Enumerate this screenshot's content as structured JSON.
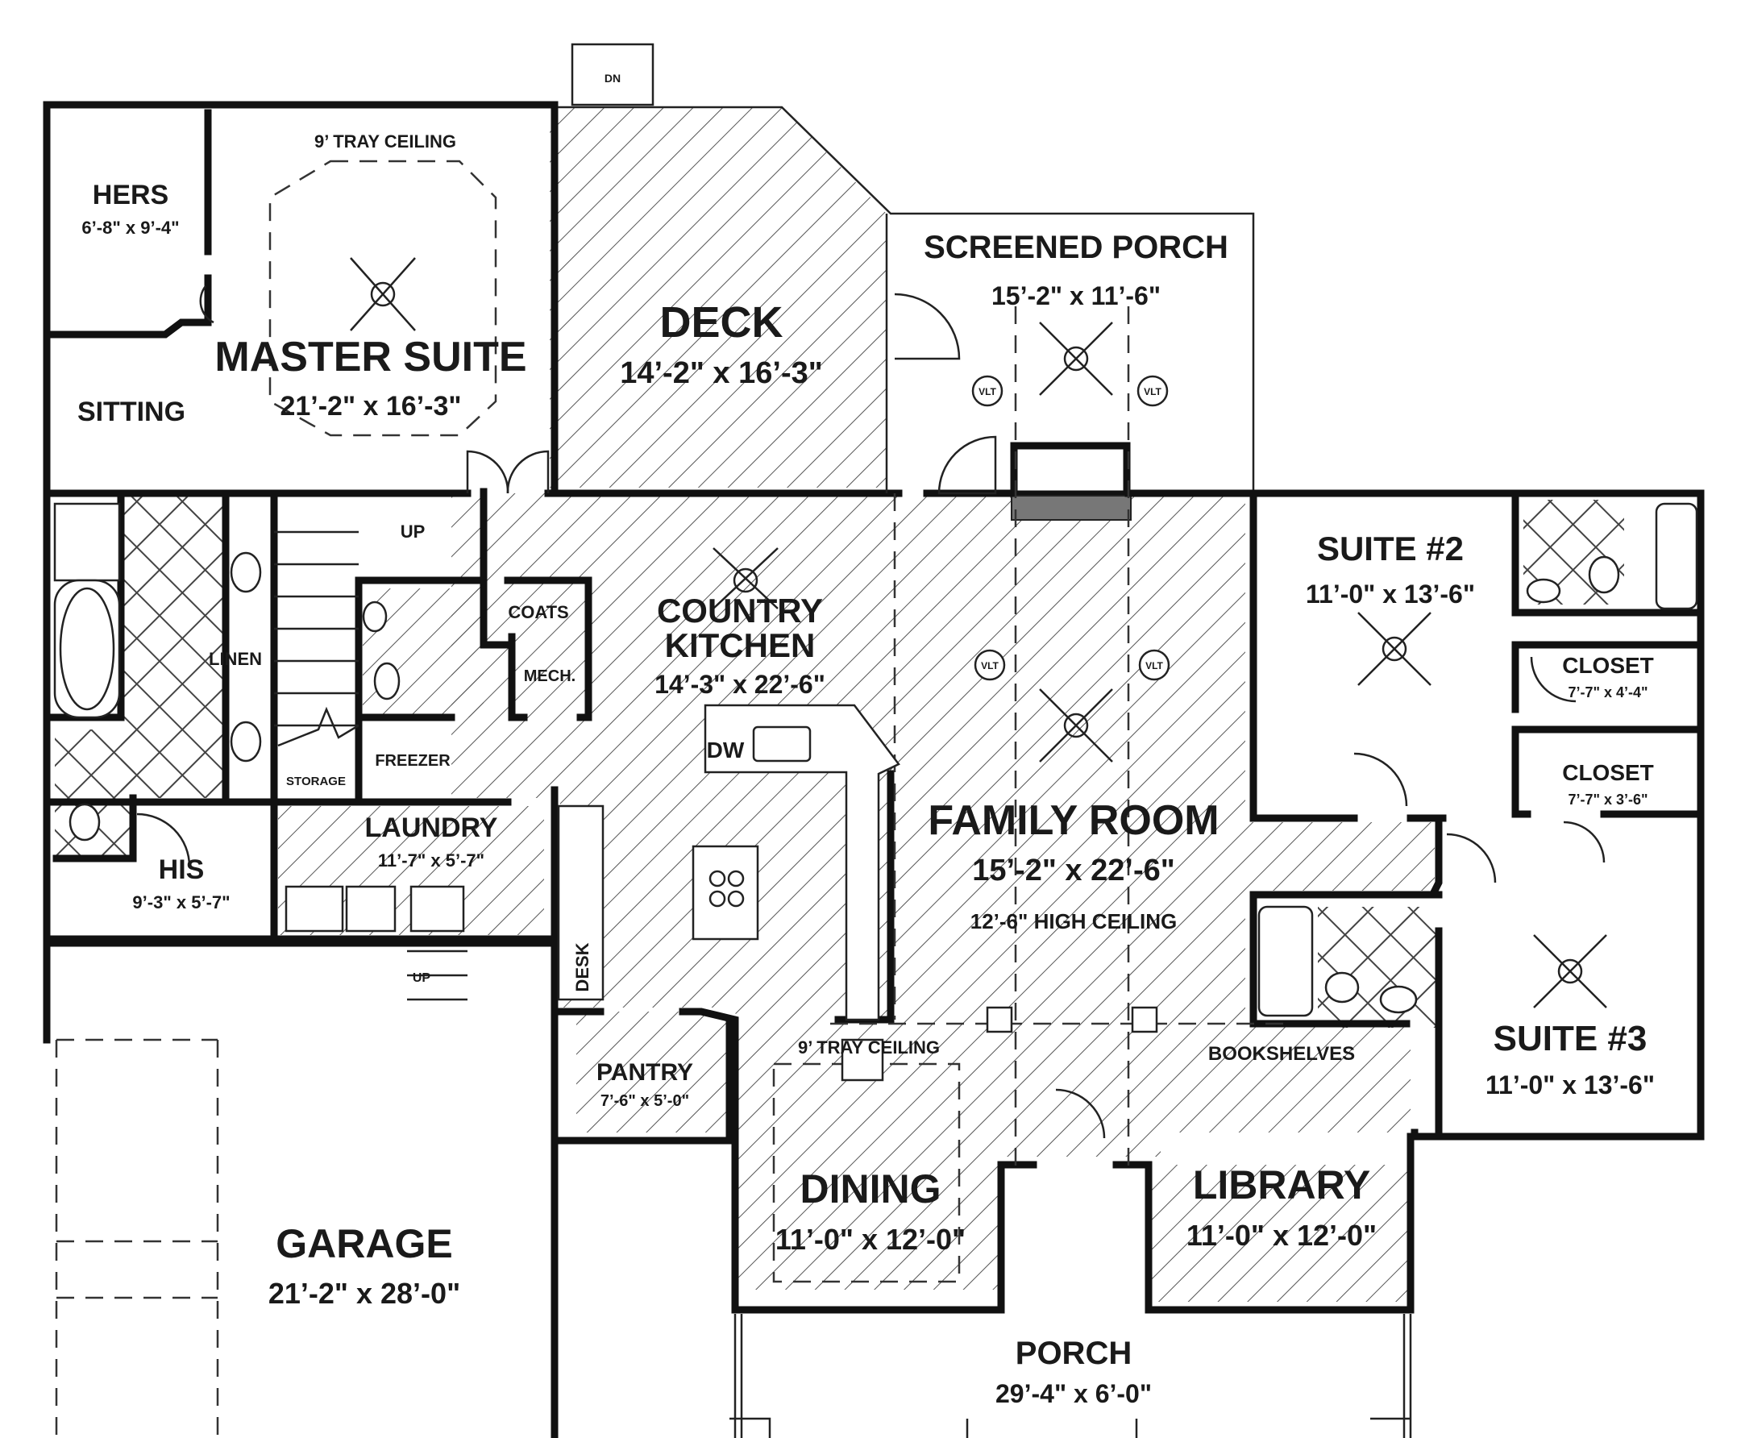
{
  "rooms": {
    "hers": {
      "name": "HERS",
      "dim": "6’-8\" x 9’-4\""
    },
    "master_suite": {
      "name": "MASTER SUITE",
      "dim": "21’-2\" x 16’-3\""
    },
    "tray_master": "9’ TRAY CEILING",
    "sitting": "SITTING",
    "deck": {
      "name": "DECK",
      "dim": "14’-2\" x 16’-3\""
    },
    "screened_porch": {
      "name": "SCREENED PORCH",
      "dim": "15’-2\" x 11’-6\""
    },
    "suite2": {
      "name": "SUITE #2",
      "dim": "11’-0\" x 13’-6\""
    },
    "closet1": {
      "name": "CLOSET",
      "dim": "7’-7\" x 4’-4\""
    },
    "closet2": {
      "name": "CLOSET",
      "dim": "7’-7\" x 3’-6\""
    },
    "country_kitchen": {
      "line1": "COUNTRY",
      "line2": "KITCHEN",
      "dim": "14’-3\" x 22’-6\""
    },
    "family_room": {
      "name": "FAMILY ROOM",
      "dim": "15’-2\" x 22’-6\"",
      "note": "12’-6\" HIGH CEILING"
    },
    "linen": "LINEN",
    "coats": "COATS",
    "mech": "MECH.",
    "freezer": "FREEZER",
    "storage": "STORAGE",
    "laundry": {
      "name": "LAUNDRY",
      "dim": "11’-7\" x 5’-7\""
    },
    "his": {
      "name": "HIS",
      "dim": "9’-3\" x 5’-7\""
    },
    "desk": "DESK",
    "pantry": {
      "name": "PANTRY",
      "dim": "7’-6\" x 5’-0\""
    },
    "tray_dining": "9’ TRAY CEILING",
    "bookshelves": "BOOKSHELVES",
    "suite3": {
      "name": "SUITE #3",
      "dim": "11’-0\" x 13’-6\""
    },
    "dining": {
      "name": "DINING",
      "dim": "11’-0\" x 12’-0\""
    },
    "library": {
      "name": "LIBRARY",
      "dim": "11’-0\" x 12’-0\""
    },
    "garage": {
      "name": "GARAGE",
      "dim": "21’-2\" x 28’-0\""
    },
    "porch": {
      "name": "PORCH",
      "dim": "29’-4\" x 6’-0\""
    }
  },
  "markers": {
    "dn": "DN",
    "up_stair": "UP",
    "up_garage": "UP",
    "vlt": "VLT",
    "dw": "DW"
  }
}
